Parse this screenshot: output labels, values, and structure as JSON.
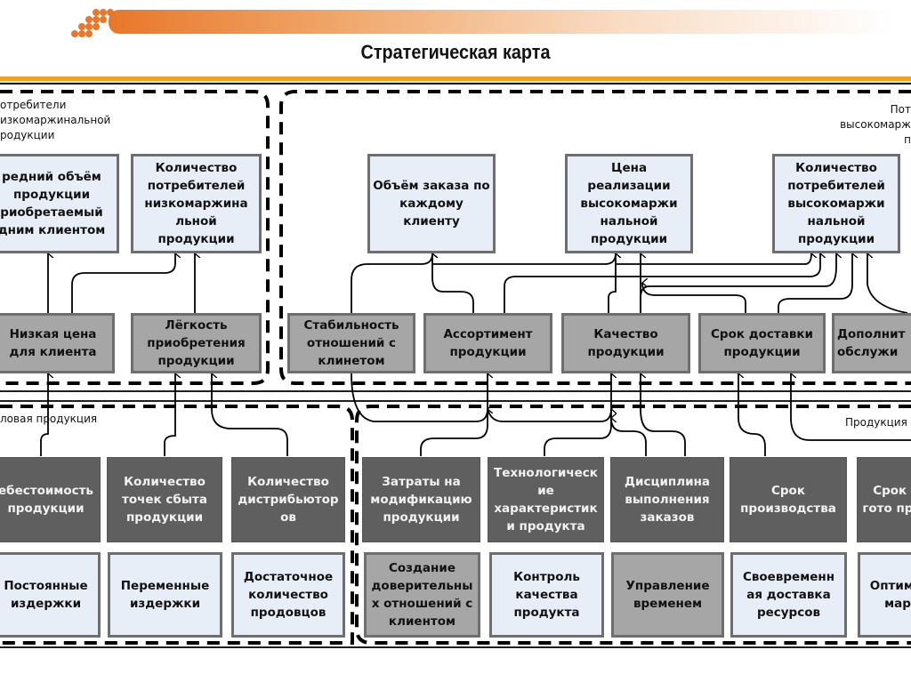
{
  "header": {
    "title": "Стратегическая карта",
    "accent_color": "#e8772a",
    "rule_color": "#f6a21f"
  },
  "regions": {
    "low_margin_consumers": [
      "отребители",
      "изкомаржинальной",
      "родукции"
    ],
    "high_margin_consumers": [
      "Пот",
      "высокомарж",
      "п"
    ],
    "low_margin_products": "ловая продукция",
    "high_margin_products": "Продукция"
  },
  "customer_outcomes": {
    "avg_volume": "редний объём продукции риобретаемый дним клиентом",
    "low_margin_count": "Количество потребителей низкомаржина льной продукции",
    "order_volume": "Объём заказа по каждому клиенту",
    "high_margin_price": "Цена реализации высокомаржи нальной продукции",
    "high_margin_count": "Количество потребителей высокомаржи нальной продукции"
  },
  "value_drivers": {
    "low_price": "Низкая цена для клиента",
    "ease_of_purchase": "Лёгкость приобретения продукции",
    "relationship_stability": "Стабильность отношений с клинетом",
    "assortment": "Ассортимент продукции",
    "quality": "Качество продукции",
    "delivery_time": "Срок доставки продукции",
    "extra_service": "Дополнит обслужи"
  },
  "process_metrics": {
    "cost": "ебестоимость продукции",
    "sales_points": "Количество точек сбыта продукции",
    "distributors": "Количество дистрибьютор ов",
    "modification_cost": "Затраты на модификацию продукции",
    "tech_specs": "Технологическ ие характеристик и продукта",
    "order_discipline": "Дисциплина выполнения заказов",
    "production_time": "Срок производства",
    "finished_delivery": "Срок д гото прод"
  },
  "foundations": {
    "fixed_costs": "Постоянные издержки",
    "variable_costs": "Переменные издержки",
    "enough_sellers": "Достаточное количество продовцов",
    "trust": "Создание доверительны х отношений с клиентом",
    "quality_control": "Контроль качества продукта",
    "time_management": "Управление временем",
    "timely_resources": "Своевременн ая доставка ресурсов",
    "optimal_routes": "Оптим я мар"
  }
}
